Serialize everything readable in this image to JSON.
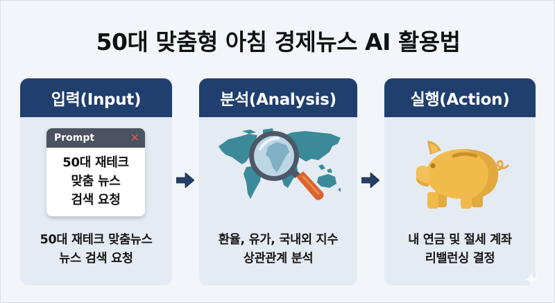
{
  "title": "50대 맞춤형 아침 경제뉴스 AI 활용법",
  "colors": {
    "background": "#f2f6fa",
    "panel": "#e5ebf2",
    "header": "#203f6e",
    "arrow": "#233f66",
    "map": "#3a8a99",
    "magnifier_handle": "#d9652e",
    "piggy": "#f0bb4a",
    "prompt_bar": "#4b5261",
    "close_x": "#e05a4f"
  },
  "steps": [
    {
      "header": "입력(Input)",
      "icon": "prompt-window-icon",
      "prompt": {
        "bar_label": "Prompt",
        "close_glyph": "✕",
        "lines": [
          "50대 재테크",
          "맞춤 뉴스",
          "검색 요청"
        ]
      },
      "caption": [
        "50대 재테크 맞춤뉴스",
        "뉴스 검색 요청"
      ]
    },
    {
      "header": "분석(Analysis)",
      "icon": "world-map-magnifier-icon",
      "caption": [
        "환율, 유가, 국내외 지수",
        "상관관계 분석"
      ]
    },
    {
      "header": "실행(Action)",
      "icon": "piggy-bank-icon",
      "caption": [
        "내 연금 및 절세 계좌",
        "리밸런싱 결정"
      ]
    }
  ],
  "connectors": [
    "arrow-right-icon",
    "arrow-right-icon"
  ]
}
